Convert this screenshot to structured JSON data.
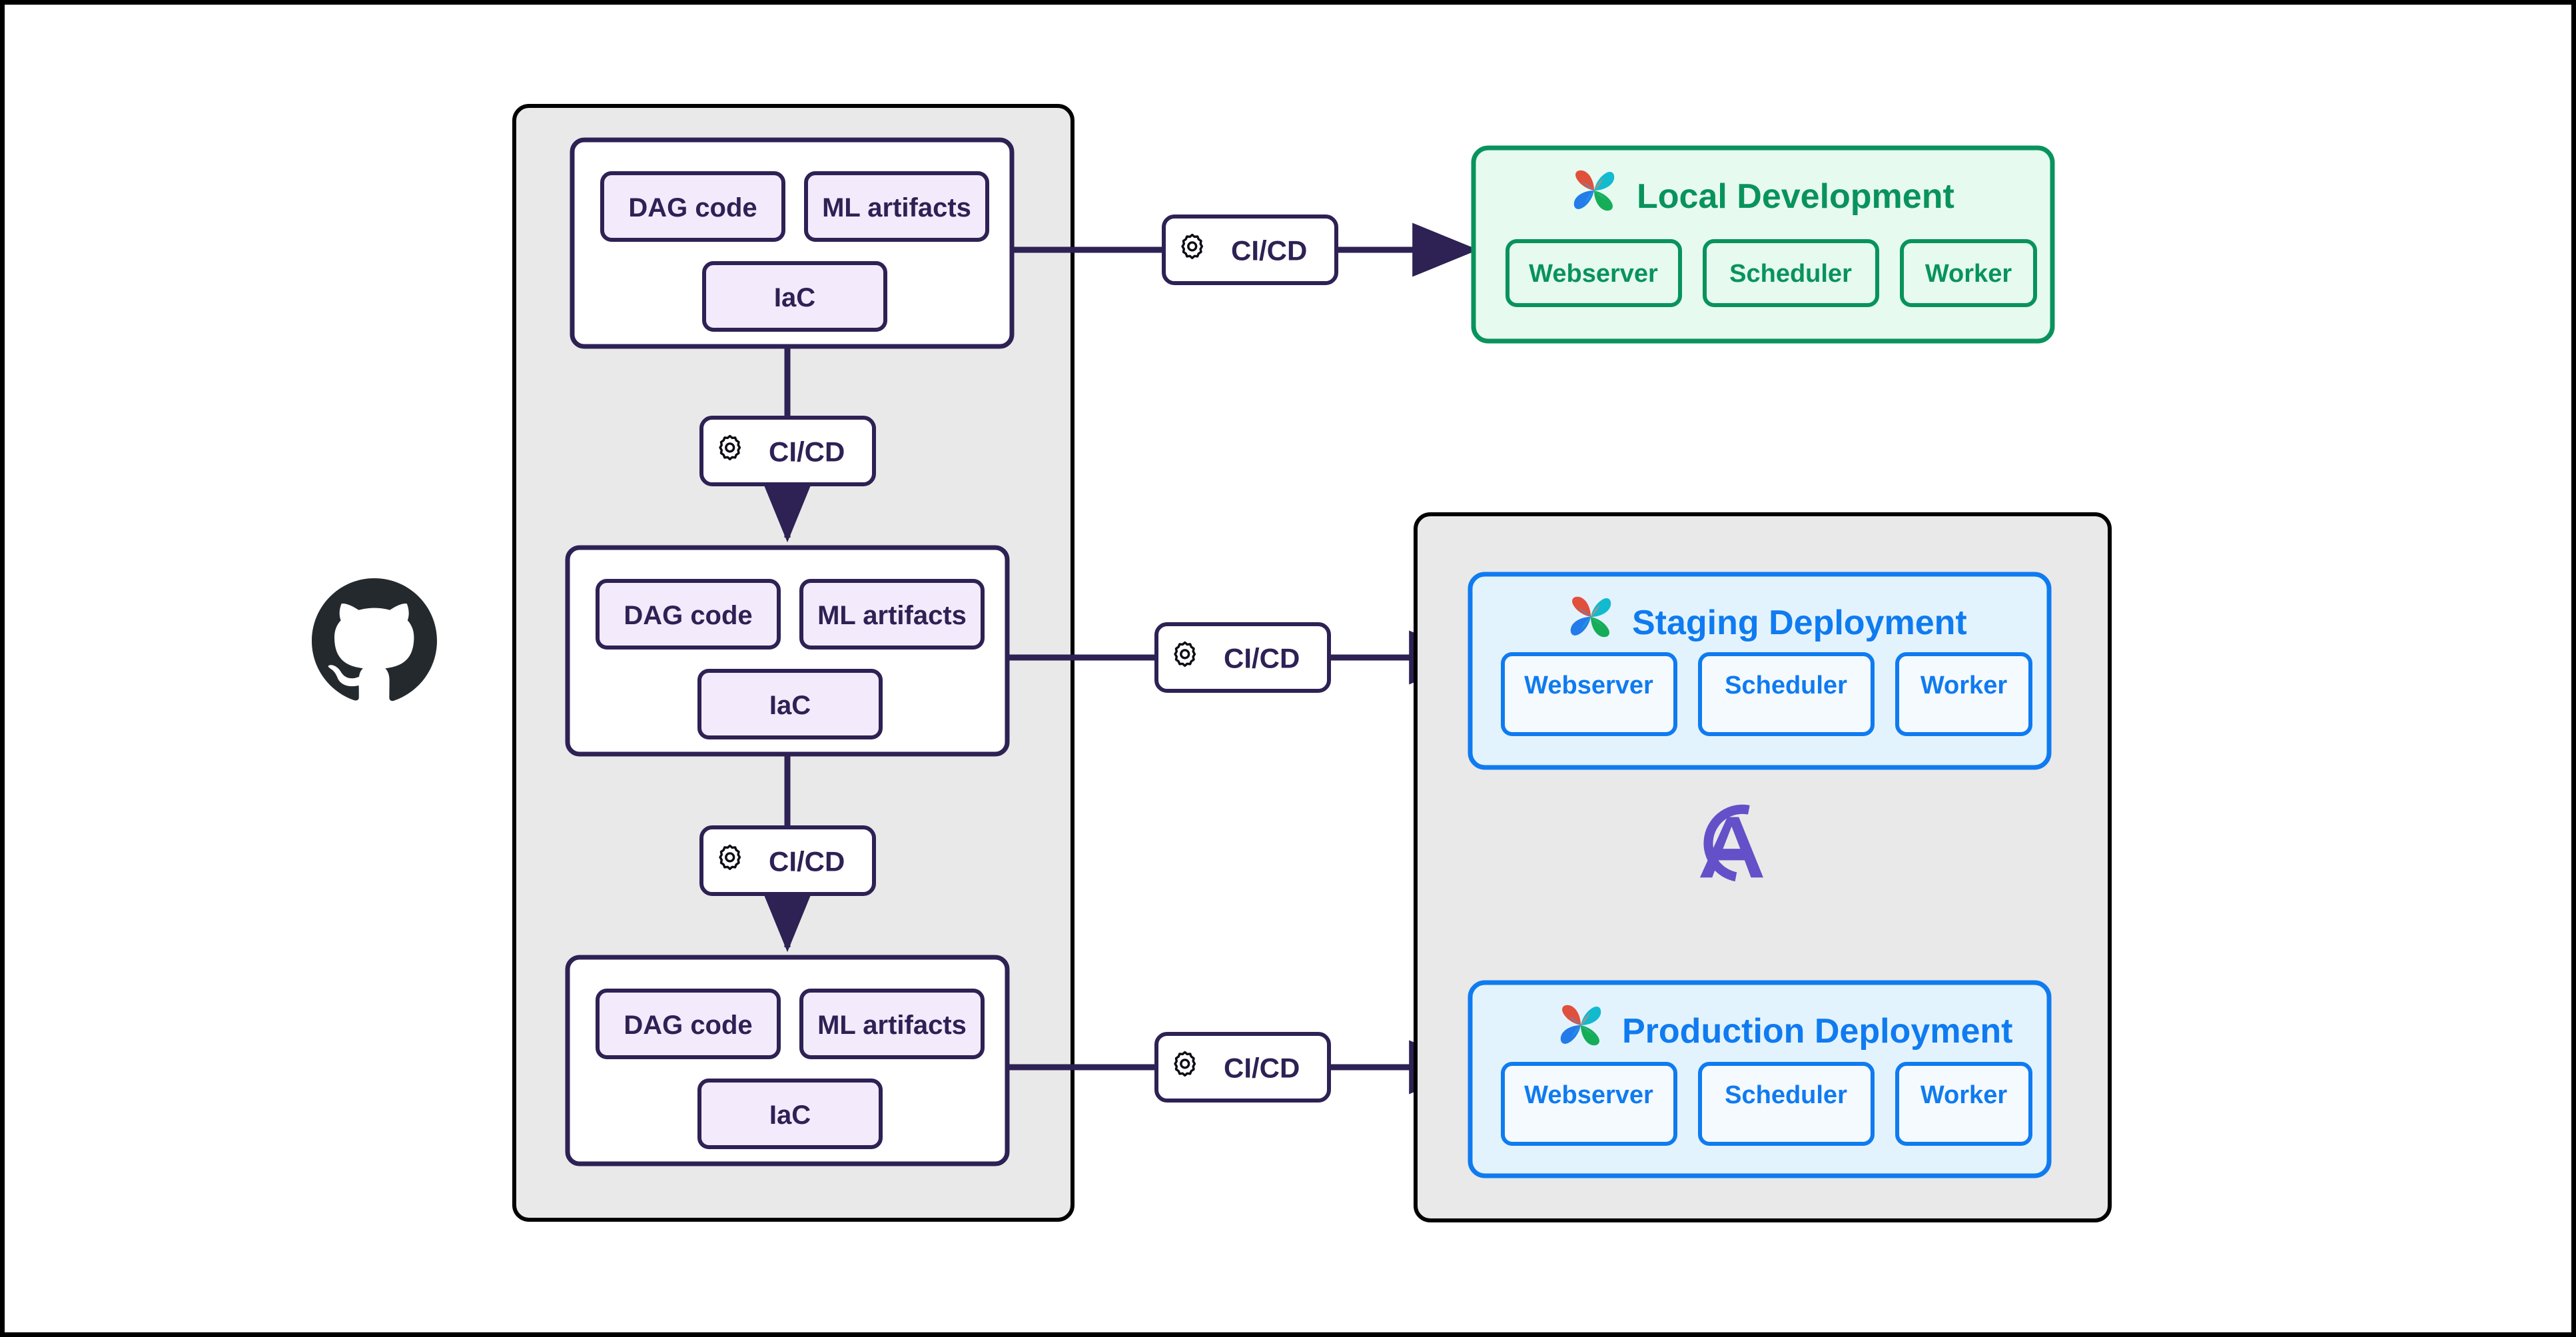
{
  "diagram": {
    "title": "Airflow CI/CD deployment architecture",
    "outer_border_color": "#000000",
    "colors": {
      "group_fill": "#E9E9E9",
      "group_stroke": "#000000",
      "repo_stroke": "#2E2154",
      "artifact_fill": "#F3EAFC",
      "connector": "#2E2154",
      "green": "#09935C",
      "green_fill": "#E6FAF0",
      "blue": "#0F7BF0",
      "blue_fill": "#E3F3FD",
      "astronomer_purple": "#6450C8",
      "github_dark": "#24292E"
    }
  },
  "source_control": {
    "icon": "github-octocat-icon",
    "group_label": "",
    "repos": [
      {
        "id": "repo-dev",
        "artifacts": [
          "DAG code",
          "ML artifacts",
          "IaC"
        ]
      },
      {
        "id": "repo-staging",
        "artifacts": [
          "DAG code",
          "ML artifacts",
          "IaC"
        ]
      },
      {
        "id": "repo-prod",
        "artifacts": [
          "DAG code",
          "ML artifacts",
          "IaC"
        ]
      }
    ]
  },
  "pipelines": [
    {
      "id": "cicd-dev-out",
      "label": "CI/CD",
      "icon": "gear-icon",
      "orientation": "horizontal"
    },
    {
      "id": "cicd-dev-to-staging",
      "label": "CI/CD",
      "icon": "gear-icon",
      "orientation": "vertical"
    },
    {
      "id": "cicd-staging-out",
      "label": "CI/CD",
      "icon": "gear-icon",
      "orientation": "horizontal"
    },
    {
      "id": "cicd-staging-to-prod",
      "label": "CI/CD",
      "icon": "gear-icon",
      "orientation": "vertical"
    },
    {
      "id": "cicd-prod-out",
      "label": "CI/CD",
      "icon": "gear-icon",
      "orientation": "horizontal"
    }
  ],
  "environments": [
    {
      "id": "local-development",
      "title": "Local Development",
      "icon": "airflow-pinwheel-icon",
      "theme": "green",
      "services": [
        "Webserver",
        "Scheduler",
        "Worker"
      ]
    },
    {
      "id": "staging-deployment",
      "title": "Staging Deployment",
      "icon": "airflow-pinwheel-icon",
      "theme": "blue",
      "services": [
        "Webserver",
        "Scheduler",
        "Worker"
      ]
    },
    {
      "id": "production-deployment",
      "title": "Production Deployment",
      "icon": "airflow-pinwheel-icon",
      "theme": "blue",
      "services": [
        "Webserver",
        "Scheduler",
        "Worker"
      ]
    }
  ],
  "platform": {
    "icon": "astronomer-logo-icon",
    "label": ""
  }
}
